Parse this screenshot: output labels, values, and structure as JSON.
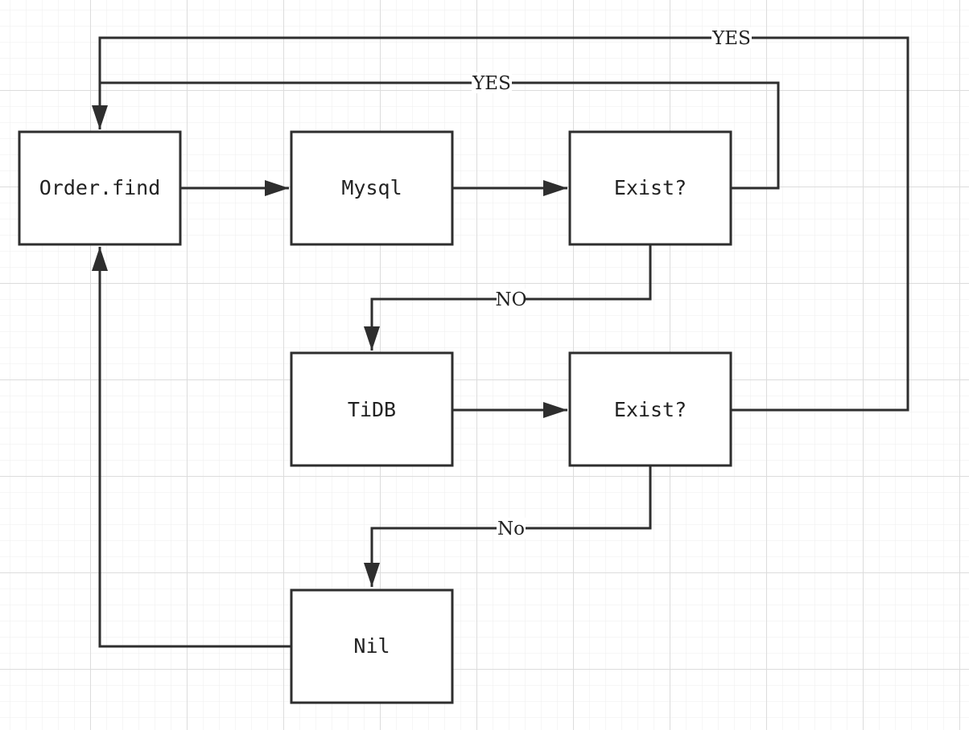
{
  "diagram": {
    "nodes": {
      "order_find": "Order.find",
      "mysql": "Mysql",
      "exist_mysql": "Exist?",
      "tidb": "TiDB",
      "exist_tidb": "Exist?",
      "nil": "Nil"
    },
    "edges": {
      "exist_tidb_yes": "YES",
      "exist_mysql_yes": "YES",
      "exist_mysql_no": "NO",
      "exist_tidb_no": "No"
    },
    "colors": {
      "grid_major": "#dcdcdc",
      "grid_minor": "#eeeeee",
      "stroke": "#2e2e2e",
      "text": "#222222"
    }
  }
}
